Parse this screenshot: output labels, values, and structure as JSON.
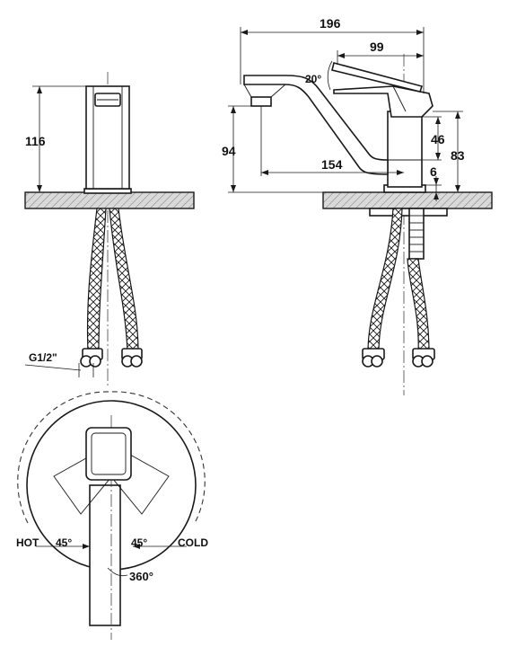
{
  "dimensions": {
    "overall_length": "196",
    "lever_projection": "99",
    "lever_tilt": "20°",
    "side_height": "116",
    "spout_height": "94",
    "spout_reach": "154",
    "body_height": "46",
    "total_height": "83",
    "base_offset": "6",
    "thread": "G1/2\""
  },
  "rotation": {
    "hot_label": "HOT",
    "cold_label": "COLD",
    "hot_angle": "45°",
    "cold_angle": "45°",
    "swivel": "360°"
  },
  "colors": {
    "line": "#1a1a1a",
    "counter_fill": "#d9d9d9"
  }
}
